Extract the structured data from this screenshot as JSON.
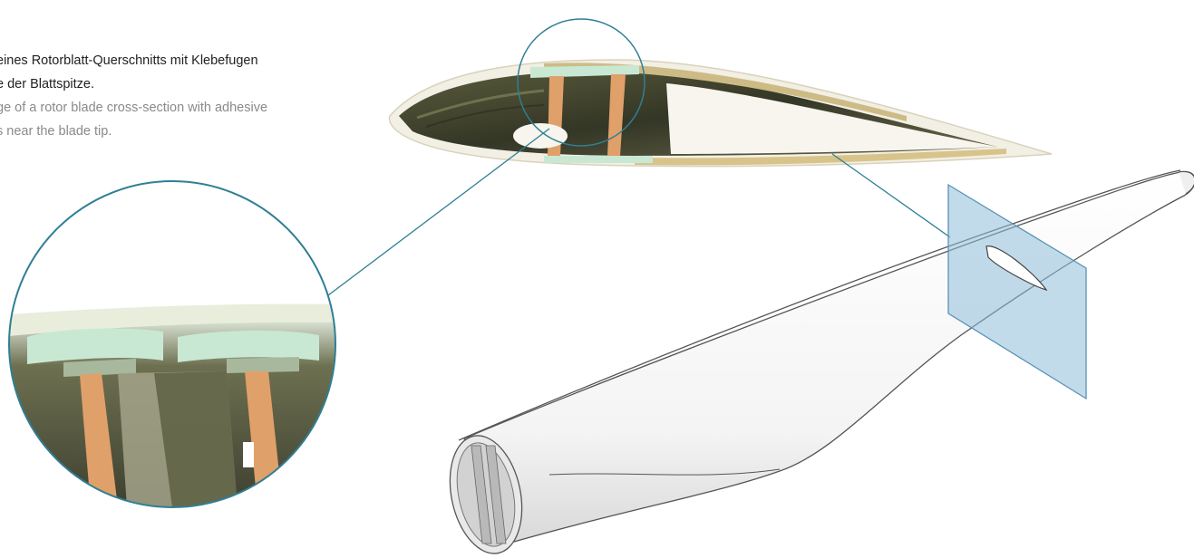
{
  "caption": {
    "german_line1": "eines Rotorblatt-Querschnitts mit Klebefugen",
    "german_line2": "e der Blattspitze.",
    "english_line1": "ge of a rotor blade cross-section with adhesive",
    "english_line2": "s near the blade tip."
  },
  "colors": {
    "callout_line": "#2f7f95",
    "plane_fill": "#8fbedb",
    "plane_stroke": "#5a93b6",
    "blade_stroke": "#555555",
    "foam_core": "#e0a06a",
    "adhesive": "#c9e8d3",
    "laminate_dark": "#3b3d2a",
    "skin_sandwich": "#d8c48a"
  }
}
